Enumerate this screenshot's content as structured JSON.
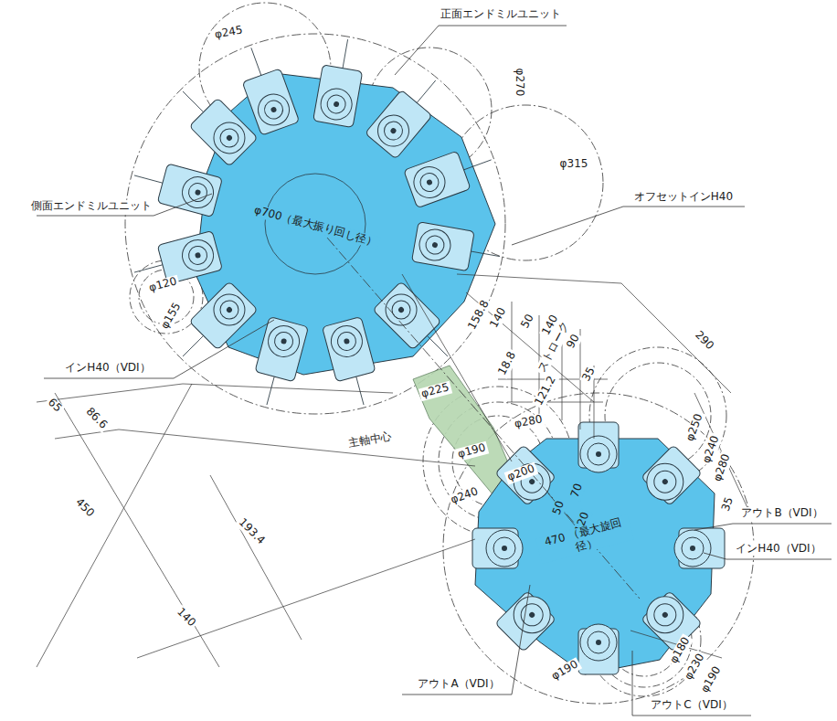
{
  "diagram": {
    "labels": [
      "正面エンドミルユニット",
      "φ245",
      "φ270",
      "φ315",
      "側面エンドミルユニット",
      "φ700（最大振り回し径）",
      "オフセットインH40",
      "φ120",
      "φ155",
      "インH40（VDI）",
      "158.8",
      "140",
      "50",
      "140",
      "ストローク",
      "90",
      "35",
      "18.8",
      "121.2",
      "290",
      "φ225",
      "主軸中心",
      "φ280",
      "φ190",
      "φ200",
      "φ240",
      "65",
      "86.6",
      "450",
      "193.4",
      "140",
      "φ250",
      "φ240",
      "φ280",
      "35",
      "アウトB（VDI）",
      "インH40（VDI）",
      "50",
      "70",
      "120",
      "470 （最大旋回径）",
      "φ190",
      "φ180",
      "φ230",
      "φ190",
      "アウトA（VDI）",
      "アウトC（VDI）"
    ]
  }
}
